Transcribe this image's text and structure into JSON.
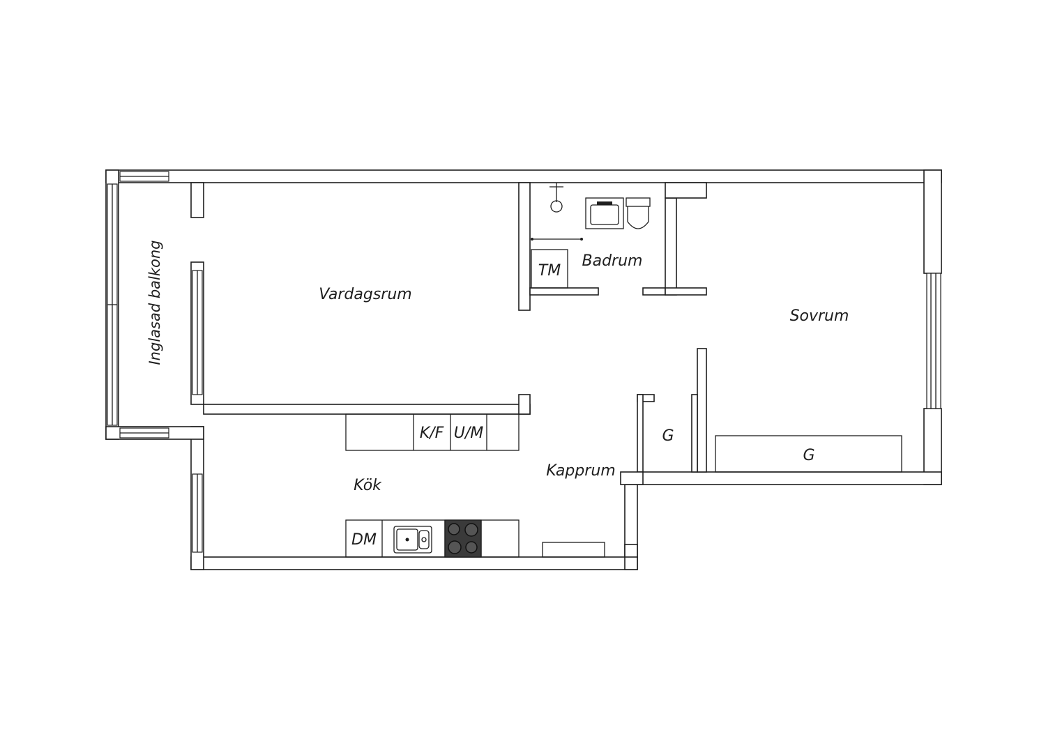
{
  "plan": {
    "rooms": {
      "balcony": "Inglasad balkong",
      "living": "Vardagsrum",
      "bathroom": "Badrum",
      "bedroom": "Sovrum",
      "kitchen": "Kök",
      "hall": "Kapprum"
    },
    "fixtures": {
      "washer": "TM",
      "fridge_freezer": "K/F",
      "oven_micro": "U/M",
      "dishwasher": "DM",
      "wardrobe_hall": "G",
      "wardrobe_bedroom": "G"
    },
    "colors": {
      "line": "#1e1e1e",
      "background": "#ffffff",
      "stove": "#3a3a3a"
    }
  }
}
